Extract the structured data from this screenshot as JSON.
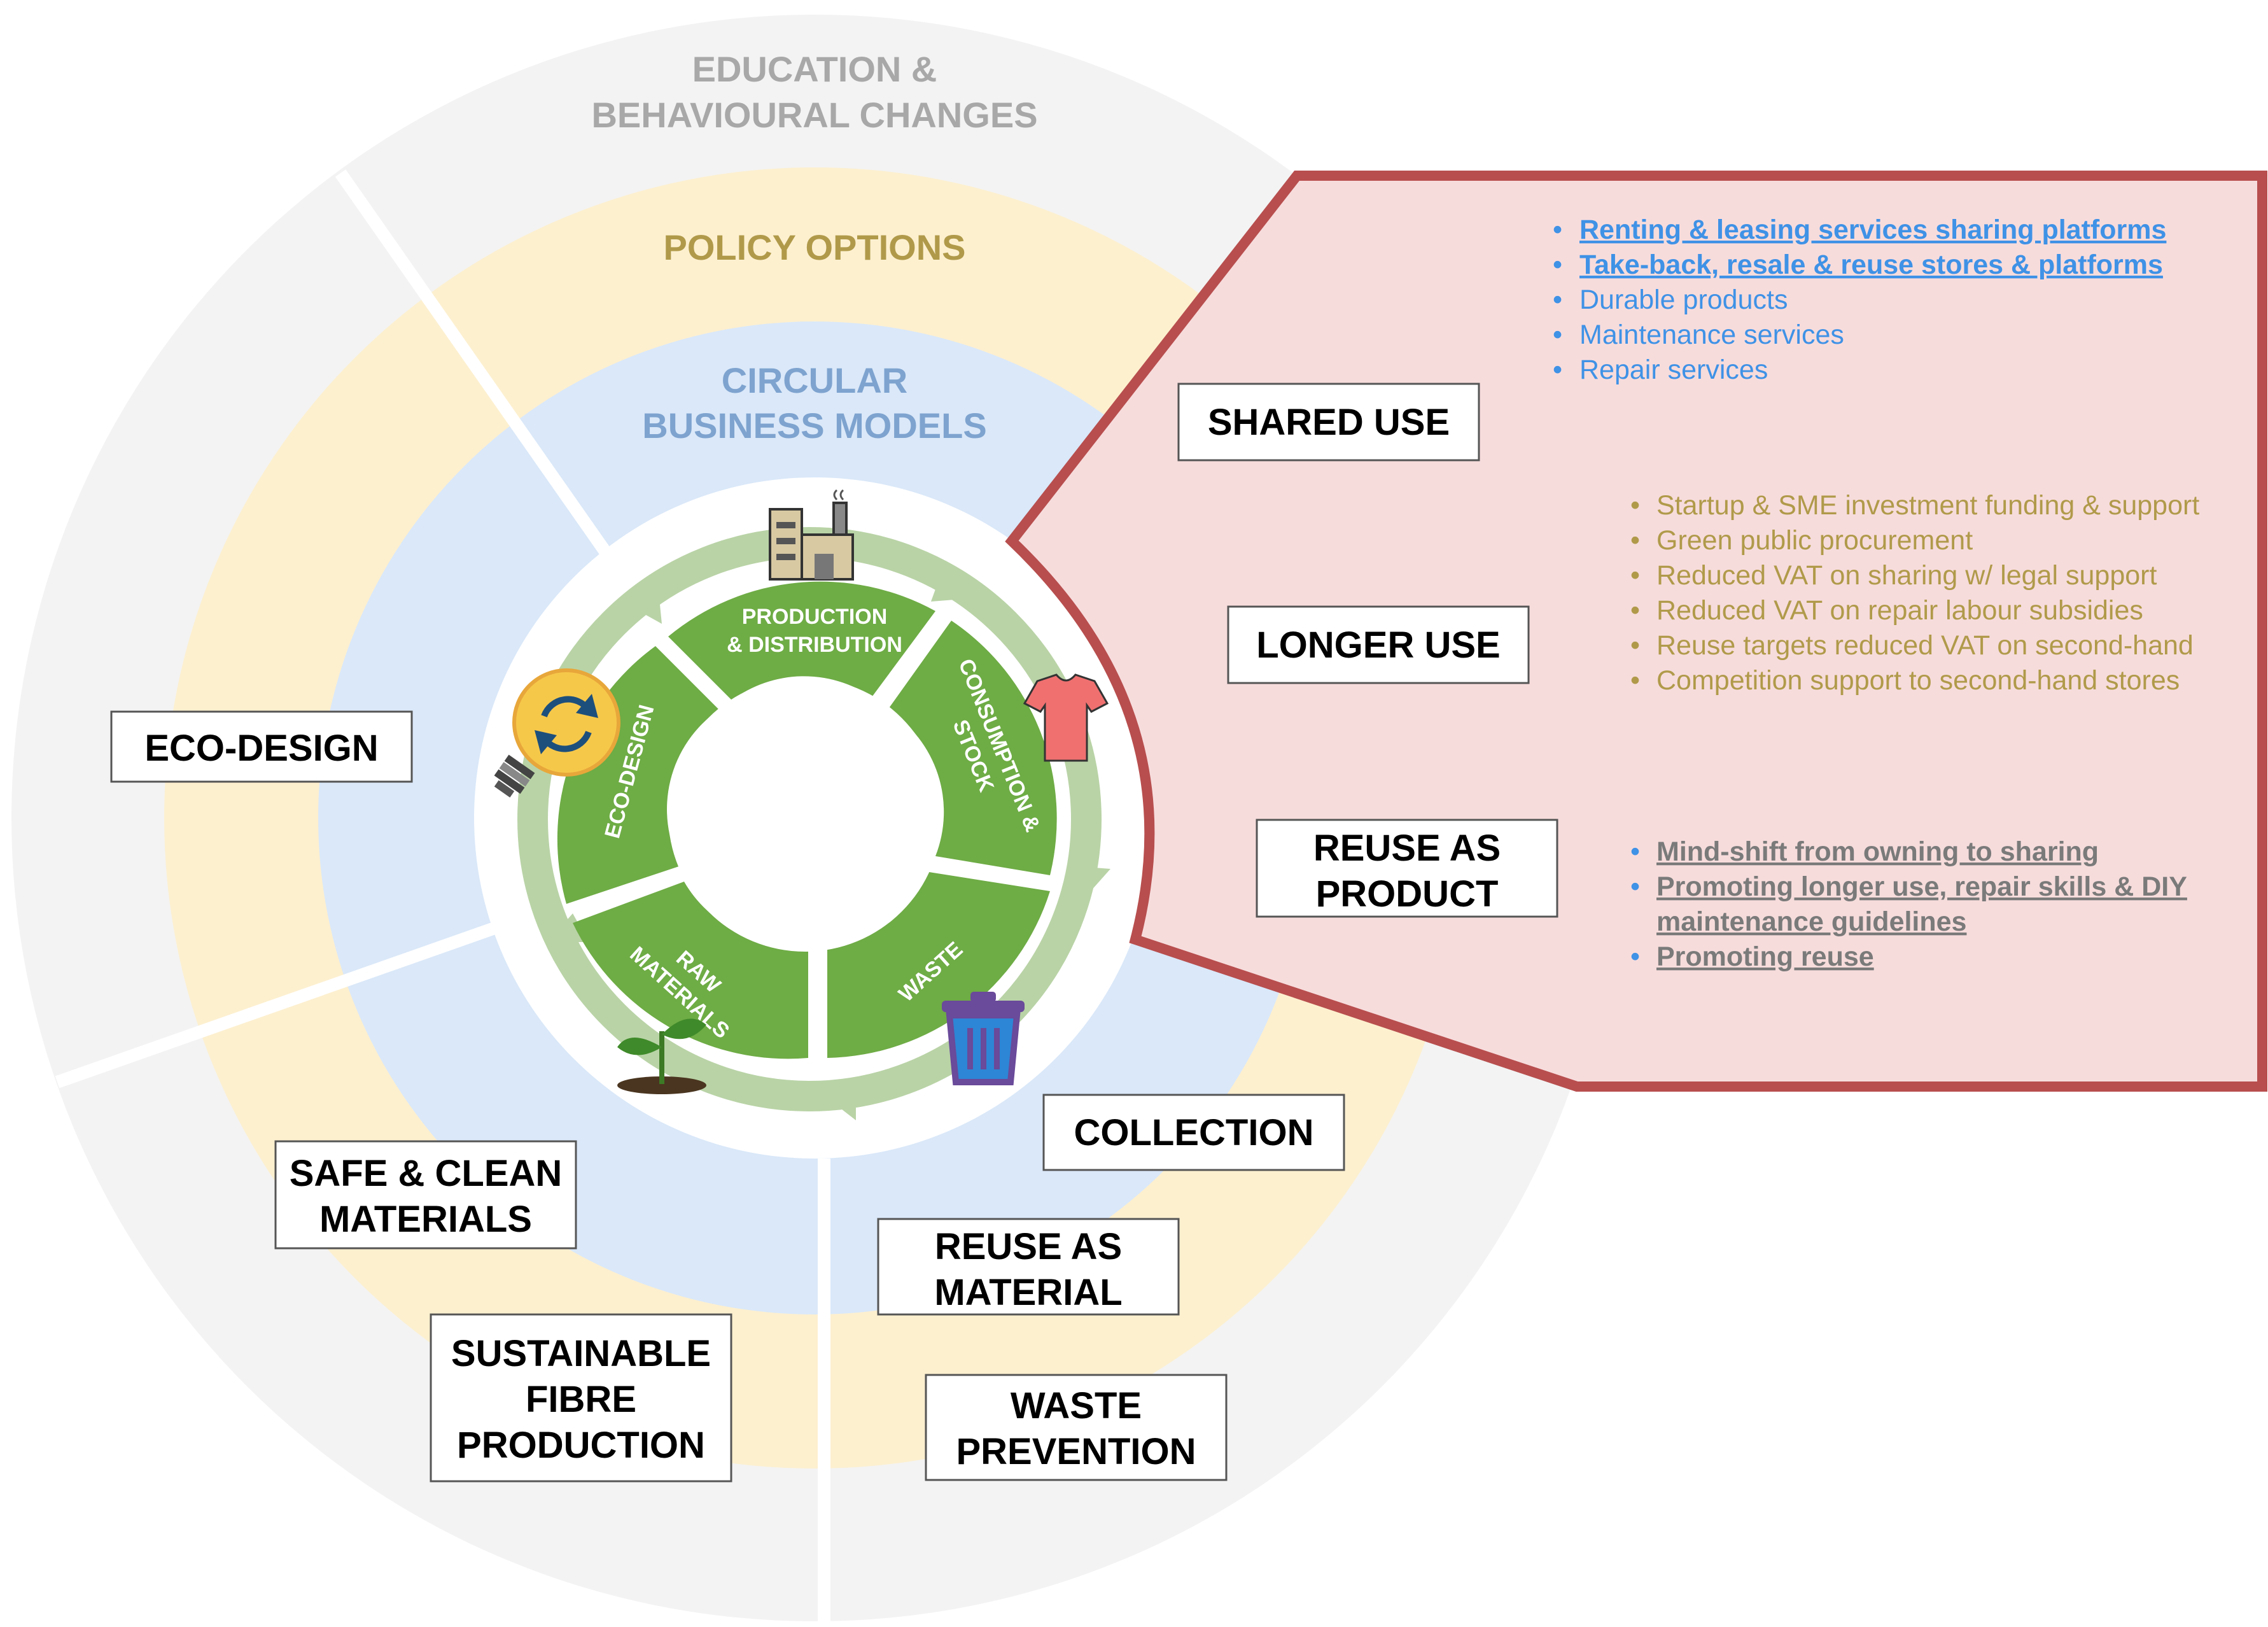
{
  "rings": {
    "outer": {
      "title_line1": "EDUCATION &",
      "title_line2": "BEHAVIOURAL CHANGES",
      "color": "#f3f3f3",
      "text_color": "#a8a8a8"
    },
    "middle": {
      "title": "POLICY OPTIONS",
      "color": "#fdf0cf",
      "text_color": "#b09a4a"
    },
    "inner": {
      "title_line1": "CIRCULAR",
      "title_line2": "BUSINESS MODELS",
      "color": "#dae8f9",
      "text_color": "#7ea3cf"
    }
  },
  "cycle": {
    "color_fill": "#6eac45",
    "color_track": "#b9d3a6",
    "steps": [
      {
        "line1": "PRODUCTION",
        "line2": "& DISTRIBUTION",
        "icon": "factory-icon"
      },
      {
        "line1": "CONSUMPTION &",
        "line2": "STOCK",
        "icon": "tshirt-icon"
      },
      {
        "line1": "WASTE",
        "line2": "",
        "icon": "trash-can-icon"
      },
      {
        "line1": "RAW",
        "line2": "MATERIALS",
        "icon": "plant-sprout-icon"
      },
      {
        "line1": "ECO-DESIGN",
        "line2": "",
        "icon": "lightbulb-recycle-icon"
      }
    ]
  },
  "labels": {
    "shared_use": "SHARED USE",
    "longer_use": "LONGER USE",
    "reuse_product_1": "REUSE AS",
    "reuse_product_2": "PRODUCT",
    "eco_design": "ECO-DESIGN",
    "collection": "COLLECTION",
    "reuse_material_1": "REUSE AS",
    "reuse_material_2": "MATERIAL",
    "safe_clean_1": "SAFE & CLEAN",
    "safe_clean_2": "MATERIALS",
    "sustainable_1": "SUSTAINABLE",
    "sustainable_2": "FIBRE",
    "sustainable_3": "PRODUCTION",
    "waste_prev_1": "WASTE",
    "waste_prev_2": "PREVENTION"
  },
  "callout": {
    "border_color": "#b84e4e",
    "fill_color": "#f7dcdc",
    "business_models": [
      "Renting & leasing services sharing platforms",
      "Take-back, resale & reuse stores & platforms",
      "Durable products",
      "Maintenance services",
      "Repair services"
    ],
    "policy_options": [
      "Startup & SME investment funding & support",
      "Green public procurement",
      "Reduced VAT on sharing w/ legal support",
      "Reduced VAT on repair labour subsidies",
      "Reuse targets reduced VAT on second-hand",
      "Competition support to second-hand stores"
    ],
    "education_1": "Mind-shift from owning to sharing",
    "education_2a": "Promoting longer use, repair skills & DIY",
    "education_2b": "maintenance guidelines",
    "education_3": "Promoting reuse",
    "blue_text_color": "#3f92e6",
    "gold_text_color": "#b09a4a",
    "gray_text_color": "#7a7a7a"
  }
}
